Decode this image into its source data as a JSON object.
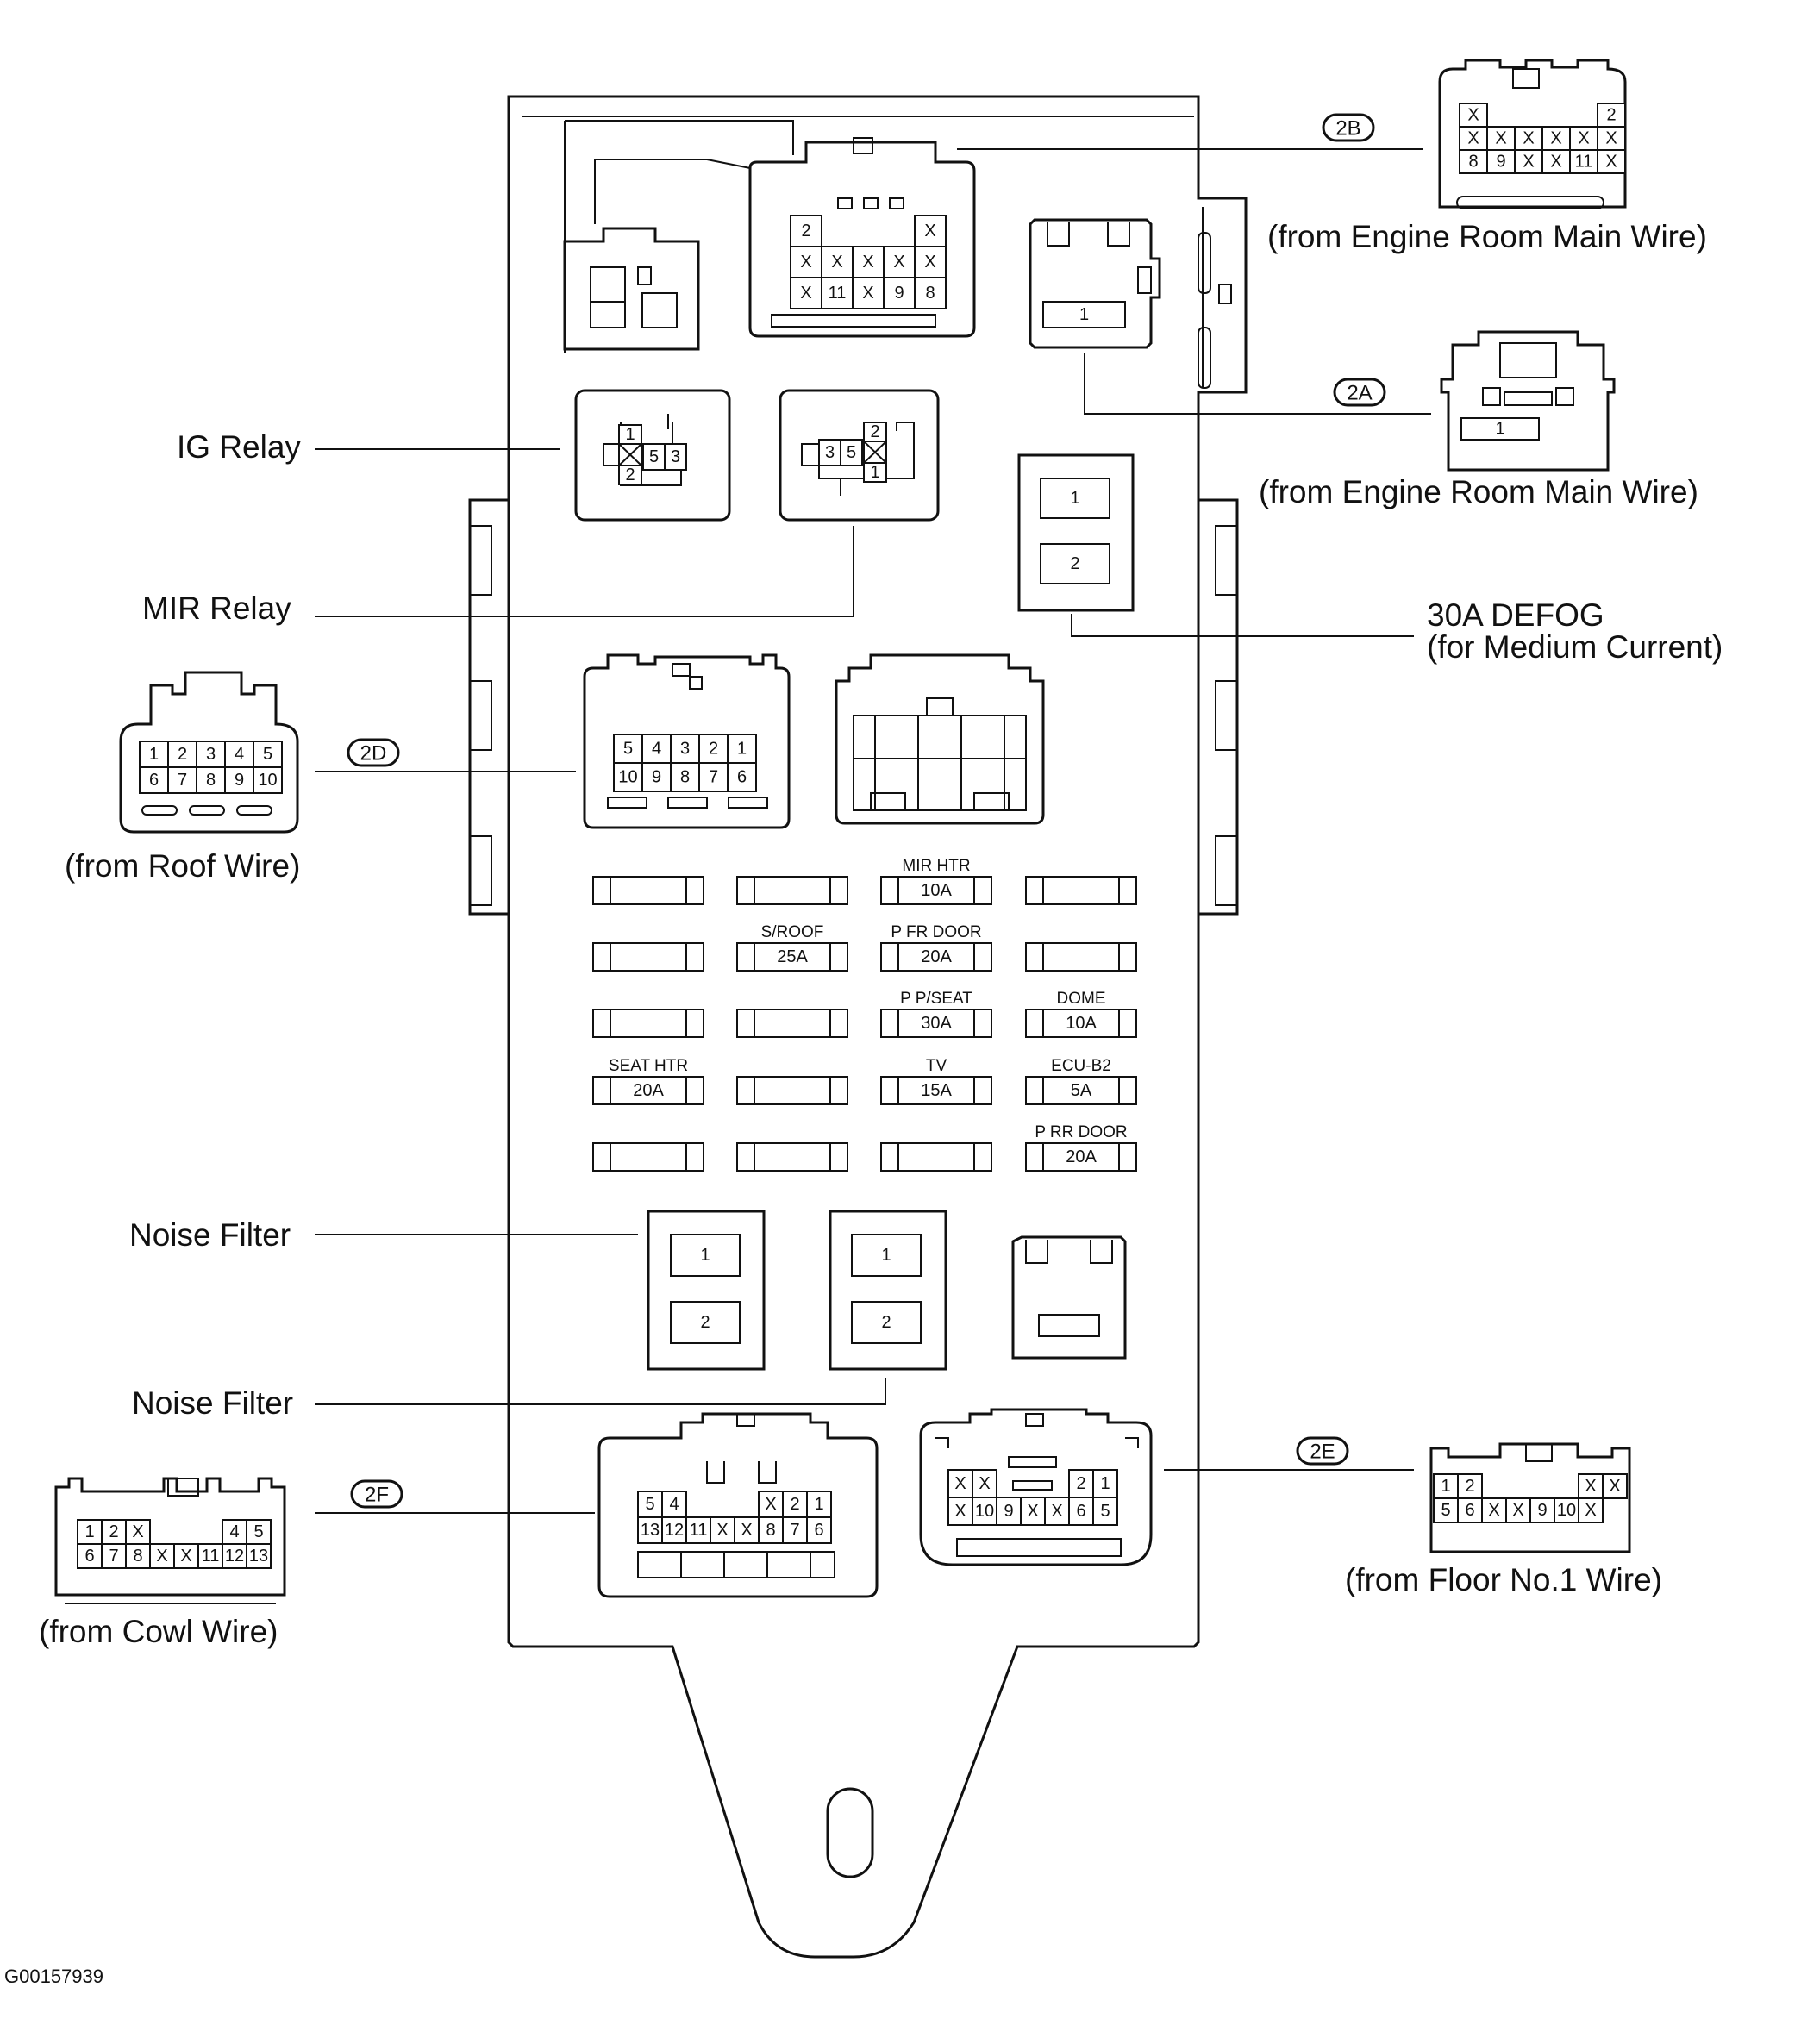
{
  "labels": {
    "ig_relay": "IG Relay",
    "mir_relay": "MIR Relay",
    "noise_filter_1": "Noise Filter",
    "noise_filter_2": "Noise Filter",
    "from_engine_room_2b": "(from Engine Room Main Wire)",
    "from_engine_room_2a": "(from Engine Room Main Wire)",
    "defog_line1": "30A DEFOG",
    "defog_line2": "(for Medium Current)",
    "from_roof": "(from Roof Wire)",
    "from_cowl": "(from Cowl Wire)",
    "from_floor": "(from Floor No.1 Wire)",
    "figure_code": "G00157939"
  },
  "badges": {
    "b2B": "2B",
    "b2A": "2A",
    "b2D": "2D",
    "b2E": "2E",
    "b2F": "2F"
  },
  "connectors": {
    "c2B": [
      [
        "X",
        "",
        "",
        "",
        "",
        "2"
      ],
      [
        "X",
        "X",
        "X",
        "X",
        "X",
        "X"
      ],
      [
        "8",
        "9",
        "X",
        "X",
        "11",
        "X"
      ]
    ],
    "c2B_body": [
      [
        "2",
        "",
        "",
        "",
        "X"
      ],
      [
        "X",
        "X",
        "X",
        "X",
        "X"
      ],
      [
        "X",
        "11",
        "X",
        "9",
        "8"
      ]
    ],
    "c2A": [
      "1"
    ],
    "c2A_body": [
      "1"
    ],
    "c2D": [
      [
        "1",
        "2",
        "3",
        "4",
        "5"
      ],
      [
        "6",
        "7",
        "8",
        "9",
        "10"
      ]
    ],
    "c2D_body": [
      [
        "5",
        "4",
        "3",
        "2",
        "1"
      ],
      [
        "10",
        "9",
        "8",
        "7",
        "6"
      ]
    ],
    "c2F": [
      [
        "1",
        "2",
        "X",
        "",
        "",
        "",
        "4",
        "5"
      ],
      [
        "6",
        "7",
        "8",
        "X",
        "X",
        "11",
        "12",
        "13"
      ]
    ],
    "c2F_body": [
      [
        "5",
        "4",
        "",
        "",
        "",
        "X",
        "2",
        "1"
      ],
      [
        "13",
        "12",
        "11",
        "X",
        "X",
        "8",
        "7",
        "6"
      ]
    ],
    "c2E": [
      [
        "1",
        "2",
        "",
        "",
        "",
        "",
        "X",
        "X"
      ],
      [
        "5",
        "6",
        "X",
        "X",
        "9",
        "10",
        "X"
      ]
    ],
    "c2E_body": [
      [
        "X",
        "X",
        "",
        "",
        "",
        "2",
        "1"
      ],
      [
        "X",
        "10",
        "9",
        "X",
        "X",
        "6",
        "5"
      ]
    ],
    "ig_relay_pins": [
      "1",
      "X",
      "2",
      "5",
      "3"
    ],
    "mir_relay_pins": [
      "3",
      "5",
      "2",
      "X",
      "1"
    ],
    "defog_pins": [
      "1",
      "2"
    ],
    "noise_filter_pins": [
      "1",
      "2"
    ]
  },
  "fuses": [
    {
      "name": "",
      "value": ""
    },
    {
      "name": "",
      "value": ""
    },
    {
      "name": "MIR HTR",
      "value": "10A"
    },
    {
      "name": "",
      "value": ""
    },
    {
      "name": "",
      "value": ""
    },
    {
      "name": "S/ROOF",
      "value": "25A"
    },
    {
      "name": "P FR DOOR",
      "value": "20A"
    },
    {
      "name": "",
      "value": ""
    },
    {
      "name": "",
      "value": ""
    },
    {
      "name": "",
      "value": ""
    },
    {
      "name": "P P/SEAT",
      "value": "30A"
    },
    {
      "name": "DOME",
      "value": "10A"
    },
    {
      "name": "SEAT HTR",
      "value": "20A"
    },
    {
      "name": "",
      "value": ""
    },
    {
      "name": "TV",
      "value": "15A"
    },
    {
      "name": "ECU-B2",
      "value": "5A"
    },
    {
      "name": "",
      "value": ""
    },
    {
      "name": "",
      "value": ""
    },
    {
      "name": "",
      "value": ""
    },
    {
      "name": "P RR DOOR",
      "value": "20A"
    }
  ]
}
